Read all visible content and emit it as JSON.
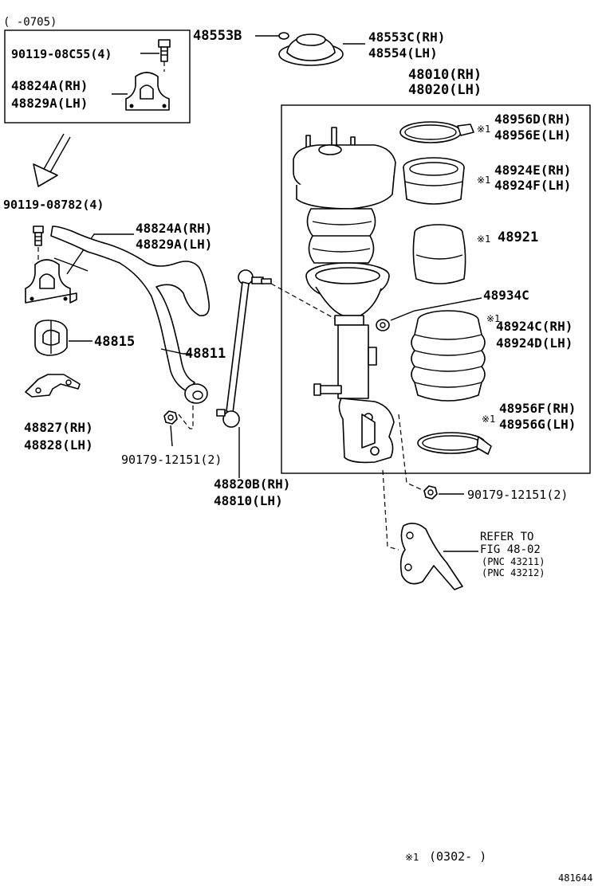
{
  "inset": {
    "range": "(      -0705)"
  },
  "labels": {
    "p48553B": "48553B",
    "p48553C": "48553C(RH)",
    "p48554": "48554(LH)",
    "p48010": "48010(RH)",
    "p48020": "48020(LH)",
    "p90119_08C55": "90119-08C55(4)",
    "p48824A_inset": "48824A(RH)",
    "p48829A_inset": "48829A(LH)",
    "p90119_08782": "90119-08782(4)",
    "p48824A": "48824A(RH)",
    "p48829A": "48829A(LH)",
    "p48815": "48815",
    "p48811": "48811",
    "p48827": "48827(RH)",
    "p48828": "48828(LH)",
    "p90179_12151_a": "90179-12151(2)",
    "p48820B": "48820B(RH)",
    "p48810": "48810(LH)",
    "p48956D": "48956D(RH)",
    "p48956E": "48956E(LH)",
    "p48924E": "48924E(RH)",
    "p48924F": "48924F(LH)",
    "p48921": "48921",
    "p48934C": "48934C",
    "p48924C": "48924C(RH)",
    "p48924D": "48924D(LH)",
    "p48956F": "48956F(RH)",
    "p48956G": "48956G(LH)",
    "p90179_12151_b": "90179-12151(2)"
  },
  "marks": {
    "m1": "※1",
    "m2": "※1",
    "m3": "※1",
    "m4": "※1",
    "m5": "※1",
    "m6": "※1"
  },
  "refer": {
    "line1": "REFER TO",
    "line2": "FIG 48-02",
    "line3": "(PNC 43211)",
    "line4": "(PNC 43212)"
  },
  "footnote": {
    "mark": "※1",
    "text": "(0302-      )"
  },
  "figure_id": "481644"
}
